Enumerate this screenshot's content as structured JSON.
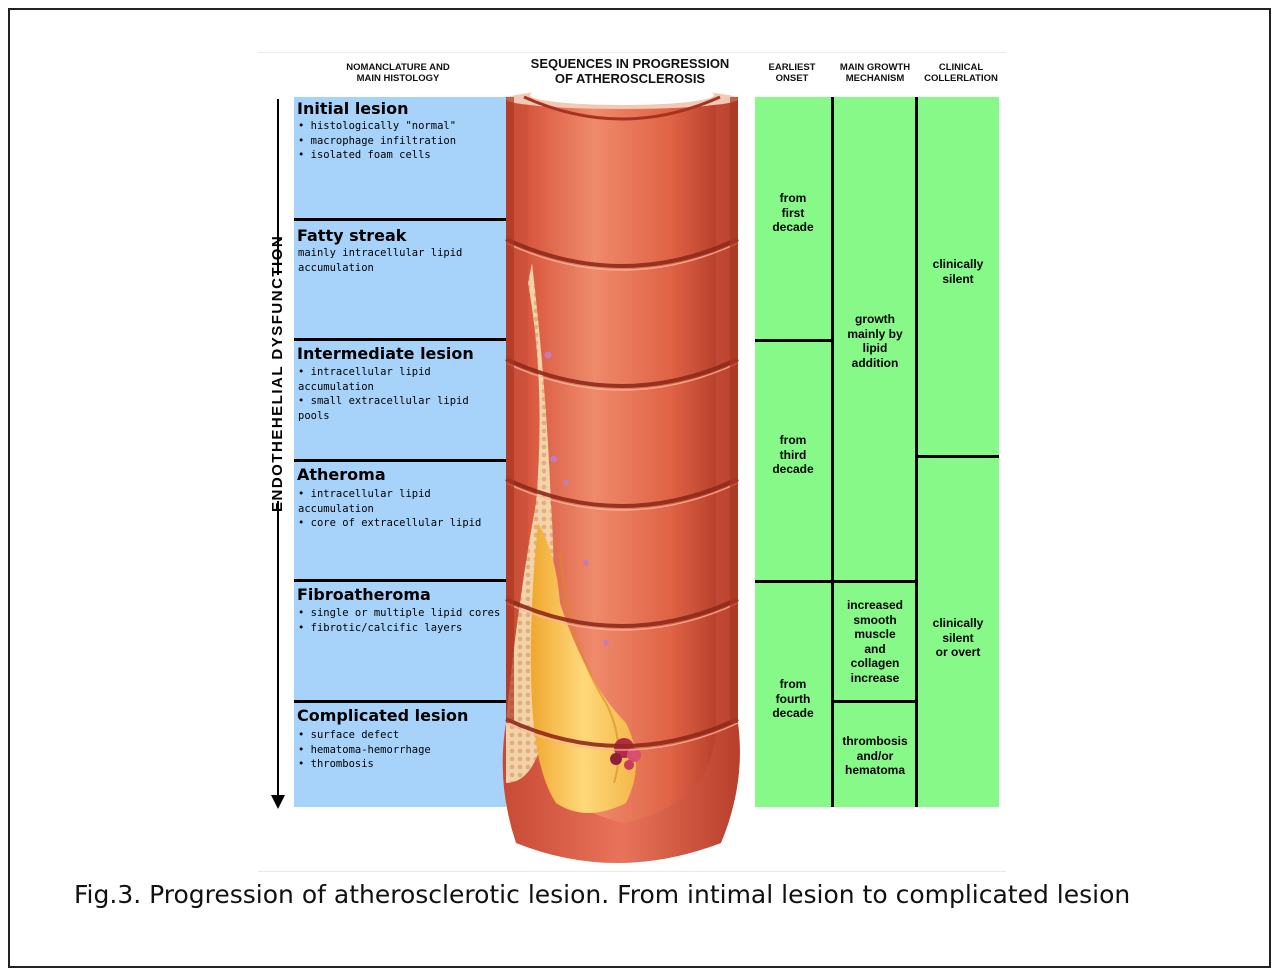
{
  "headers": {
    "nomenclature": "NOMANCLATURE AND\nMAIN HISTOLOGY",
    "sequences": "SEQUENCES IN PROGRESSION\nOF ATHEROSCLEROSIS",
    "onset": "EARLIEST\nONSET",
    "growth": "MAIN GROWTH\nMECHANISM",
    "clinical": "CLINICAL\nCOLLERLATION"
  },
  "vertical_label": "ENDOTHEHELIAL   DYSFUNCTION",
  "lesions": [
    {
      "title": "Initial lesion",
      "desc": "• histologically \"normal\"\n• macrophage infiltration\n• isolated foam cells"
    },
    {
      "title": "Fatty streak",
      "desc": "mainly intracellular lipid\naccumulation"
    },
    {
      "title": "Intermediate lesion",
      "desc": "• intracellular lipid accumulation\n• small extracellular lipid pools"
    },
    {
      "title": "Atheroma",
      "desc": "• intracellular lipid accumulation\n• core of extracellular lipid"
    },
    {
      "title": "Fibroatheroma",
      "desc": "• single or multiple lipid cores\n• fibrotic/calcific layers"
    },
    {
      "title": "Complicated lesion",
      "desc": "• surface defect\n• hematoma-hemorrhage\n• thrombosis"
    }
  ],
  "onset": [
    "from\nfirst\ndecade",
    "from\nthird\ndecade",
    "from\nfourth\ndecade"
  ],
  "growth": [
    "growth\nmainly by\nlipid\naddition",
    "increased\nsmooth\nmuscle\nand\ncollagen\nincrease",
    "thrombosis\nand/or\nhematoma"
  ],
  "clinical": [
    "clinically\nsilent",
    "clinically\nsilent\nor overt"
  ],
  "colors": {
    "left_panel": "#a7d3fb",
    "right_panel": "#86f988",
    "artery_wall": "#d9573f",
    "lumen": "#e0684c",
    "lipid_core": "#f7c14d"
  },
  "caption": "Fig.3. Progression of atherosclerotic lesion. From intimal lesion to complicated lesion"
}
